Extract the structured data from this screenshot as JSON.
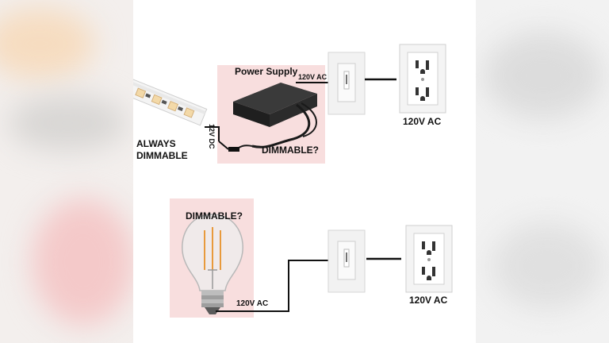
{
  "diagram_top": {
    "power_supply_label": "Power Supply",
    "ac_input_label": "120V AC",
    "dc_output_label": "12V DC",
    "strip_label_line1": "ALWAYS",
    "strip_label_line2": "DIMMABLE",
    "power_supply_question": "DIMMABLE?",
    "outlet_label": "120V AC"
  },
  "diagram_bottom": {
    "bulb_question": "DIMMABLE?",
    "bulb_wire_label": "120V AC",
    "outlet_label": "120V AC"
  },
  "colors": {
    "highlight": "#f8dede",
    "wire": "#111111",
    "bulb_filament": "#e89a3c"
  }
}
